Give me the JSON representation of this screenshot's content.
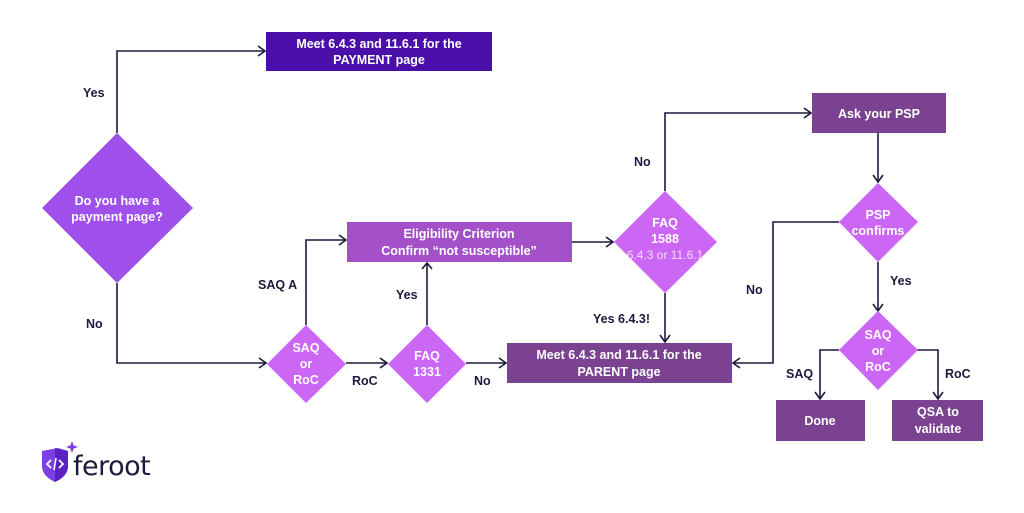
{
  "colors": {
    "payment_box": "#4a0fa8",
    "dark_box": "#7a4290",
    "eligibility_box": "#a350c9",
    "diamond_start": "#a050ea",
    "diamond": "#cc66f5",
    "line": "#1c1a3d",
    "logo_accent": "#7b3fe4"
  },
  "nodes": {
    "start": {
      "line1": "Do you have a",
      "line2": "payment page?"
    },
    "payment": {
      "line1": "Meet 6.4.3 and 11.6.1 for the",
      "line2": "PAYMENT page"
    },
    "saq_roc_1": {
      "line1": "SAQ",
      "line2": "or",
      "line3": "RoC"
    },
    "faq1331": {
      "line1": "FAQ",
      "line2": "1331"
    },
    "eligibility": {
      "line1": "Eligibility Criterion",
      "line2": "Confirm “not susceptible”"
    },
    "faq1588": {
      "line1": "FAQ",
      "line2": "1588",
      "line3": "6.4.3 or 11.6.1"
    },
    "parent": {
      "line1": "Meet 6.4.3 and 11.6.1 for the",
      "line2": "PARENT page"
    },
    "ask_psp": {
      "line1": "Ask your PSP"
    },
    "psp_confirms": {
      "line1": "PSP",
      "line2": "confirms"
    },
    "saq_roc_2": {
      "line1": "SAQ",
      "line2": "or",
      "line3": "RoC"
    },
    "done": {
      "line1": "Done"
    },
    "qsa": {
      "line1": "QSA to",
      "line2": "validate"
    }
  },
  "edge_labels": {
    "start_yes": "Yes",
    "start_no": "No",
    "saq_a": "SAQ A",
    "roc": "RoC",
    "faq1331_yes": "Yes",
    "faq1331_no": "No",
    "faq1588_no": "No",
    "faq1588_yes": "Yes 6.4.3!",
    "psp_no": "No",
    "psp_yes": "Yes",
    "saq": "SAQ",
    "roc_2": "RoC"
  },
  "logo": {
    "text": "feroot",
    "icon": "shield-code-icon"
  }
}
